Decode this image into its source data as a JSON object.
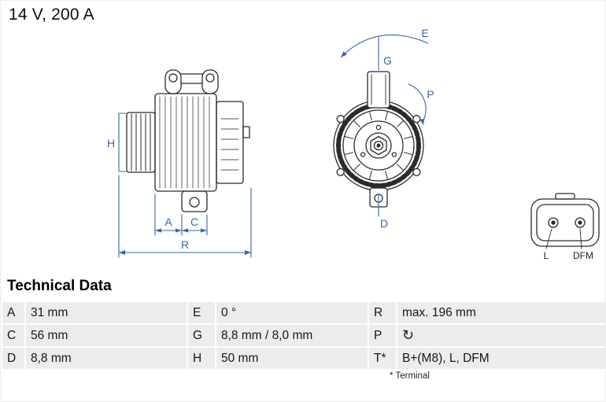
{
  "colors": {
    "dimension": "#3A64AE",
    "line": "#2B2B2B"
  },
  "header": {
    "title": "14 V, 200 A"
  },
  "diagram": {
    "side_labels": {
      "h": "H",
      "a": "A",
      "c": "C",
      "r": "R"
    },
    "front_labels": {
      "e": "E",
      "g": "G",
      "p": "P",
      "d": "D"
    },
    "connector_labels": {
      "pin_left": "L",
      "pin_right": "DFM"
    }
  },
  "table": {
    "heading": "Technical Data",
    "rows": [
      {
        "cells": [
          {
            "k": "A",
            "v": "31 mm"
          },
          {
            "k": "E",
            "v": "0 °"
          },
          {
            "k": "R",
            "v": "max. 196 mm"
          }
        ]
      },
      {
        "cells": [
          {
            "k": "C",
            "v": "56 mm"
          },
          {
            "k": "G",
            "v": "8,8 mm / 8,0 mm"
          },
          {
            "k": "P",
            "v": ""
          }
        ]
      },
      {
        "cells": [
          {
            "k": "D",
            "v": "8,8 mm"
          },
          {
            "k": "H",
            "v": "50 mm"
          },
          {
            "k": "T*",
            "v": "B+(M8), L, DFM"
          }
        ]
      }
    ],
    "footnote": "* Terminal"
  },
  "icons": {
    "rotation_glyph": "↻"
  }
}
